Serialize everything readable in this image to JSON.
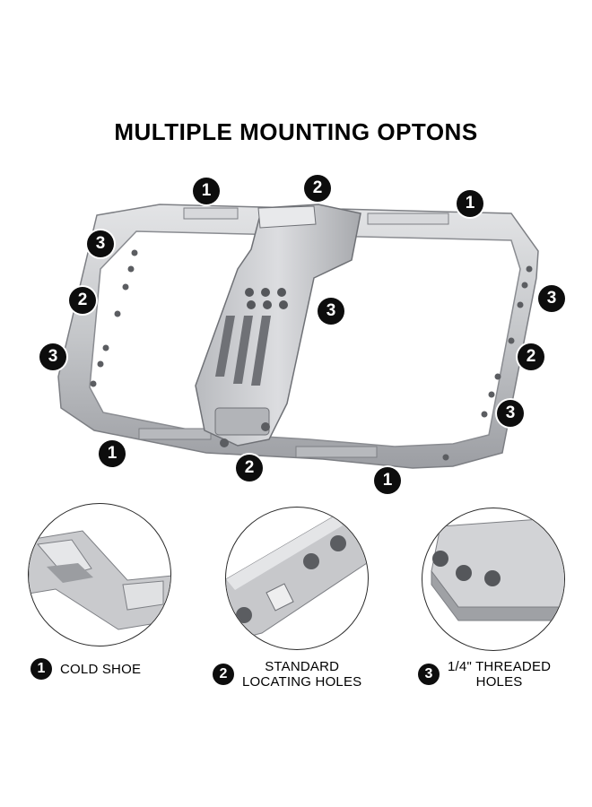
{
  "title": "MULTIPLE MOUNTING OPTONS",
  "numbers": {
    "one": "1",
    "two": "2",
    "three": "3"
  },
  "legend": [
    {
      "number": "1",
      "line1": "COLD SHOE",
      "line2": ""
    },
    {
      "number": "2",
      "line1": "STANDARD",
      "line2": "LOCATING HOLES"
    },
    {
      "number": "3",
      "line1": "1/4\" THREADED",
      "line2": "HOLES"
    }
  ],
  "colors": {
    "badge": "#0d0d0d",
    "metal": "#c8c9cc",
    "metal_dark": "#8f9196"
  }
}
